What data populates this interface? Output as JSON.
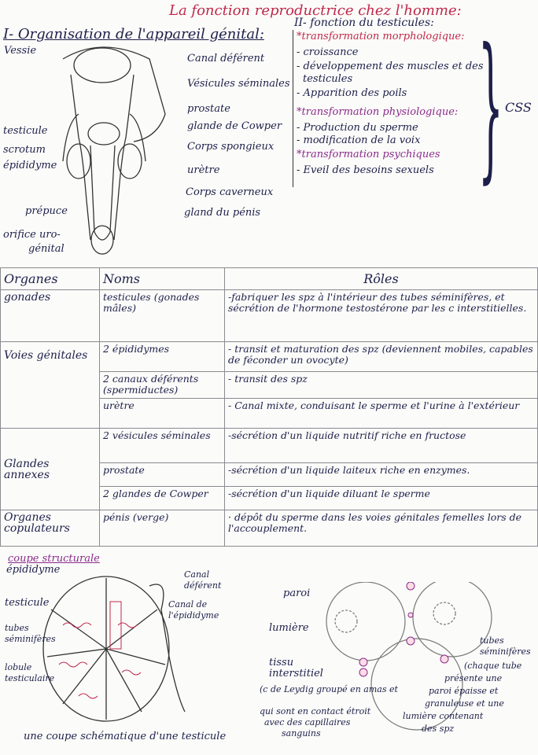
{
  "title": "La fonction reproductrice chez l'homme:",
  "section1": {
    "heading": "I- Organisation de l'appareil génital:",
    "labels": [
      "Vessie",
      "Canal déférent",
      "Vésicules séminales",
      "prostate",
      "glande de Cowper",
      "Corps spongieux",
      "urètre",
      "Corps caverneux",
      "gland du pénis",
      "testicule",
      "scrotum",
      "épididyme",
      "prépuce",
      "orifice uro-",
      "génital"
    ]
  },
  "section2": {
    "heading": "II- fonction du testicules:",
    "items": [
      "*transformation morphologique:",
      "- croissance",
      "- développement des muscles et des",
      "testicules",
      "- Apparition des poils",
      "*transformation physiologique:",
      "- Production du sperme",
      "- modification de la voix",
      "*transformation psychiques",
      "- Eveil des besoins sexuels"
    ],
    "brace_label": "CSS"
  },
  "table": {
    "headers": [
      "Organes",
      "Noms",
      "Rôles"
    ],
    "rows": [
      {
        "organe": "gonades",
        "nom": "testicules (gonades mâles)",
        "role": "-fabriquer les spz à l'intérieur des tubes séminifères, et sécrétion de l'hormone testostérone par les c interstitielles."
      },
      {
        "organe": "Voies génitales",
        "nom": "2 épididymes",
        "role": "- transit et maturation des spz (deviennent mobiles, capables de féconder un ovocyte)"
      },
      {
        "organe": "",
        "nom": "2 canaux déférents (spermiductes)",
        "role": "- transit des spz"
      },
      {
        "organe": "",
        "nom": "urètre",
        "role": "- Canal mixte, conduisant le sperme et l'urine à l'extérieur"
      },
      {
        "organe": "Glandes annexes",
        "nom": "2 vésicules séminales",
        "role": "-sécrétion d'un liquide nutritif riche en fructose"
      },
      {
        "organe": "",
        "nom": "prostate",
        "role": "-sécrétion d'un liquide laiteux riche en enzymes."
      },
      {
        "organe": "",
        "nom": "2 glandes de Cowper",
        "role": "-sécrétion d'un liquide diluant le sperme"
      },
      {
        "organe": "Organes copulateurs",
        "nom": "pénis (verge)",
        "role": "· dépôt du sperme dans les voies génitales femelles lors de l'accouplement."
      }
    ]
  },
  "section3": {
    "heading": "coupe structurale",
    "labels": [
      "épididyme",
      "testicule",
      "tubes séminifères",
      "lobule testiculaire",
      "Canal déférent",
      "Canal de l'épididyme"
    ],
    "caption": "une coupe schématique d'une testicule"
  },
  "section4": {
    "labels": [
      "paroi",
      "lumière",
      "tissu interstitiel",
      "(c de Leydig groupé en amas et",
      "qui sont en contact étroit",
      "avec des capillaires",
      "sanguins",
      "tubes séminifères",
      "(chaque tube",
      "présente une",
      "paroi épaisse et",
      "granuleuse et une",
      "lumière contenant",
      "des spz"
    ]
  }
}
